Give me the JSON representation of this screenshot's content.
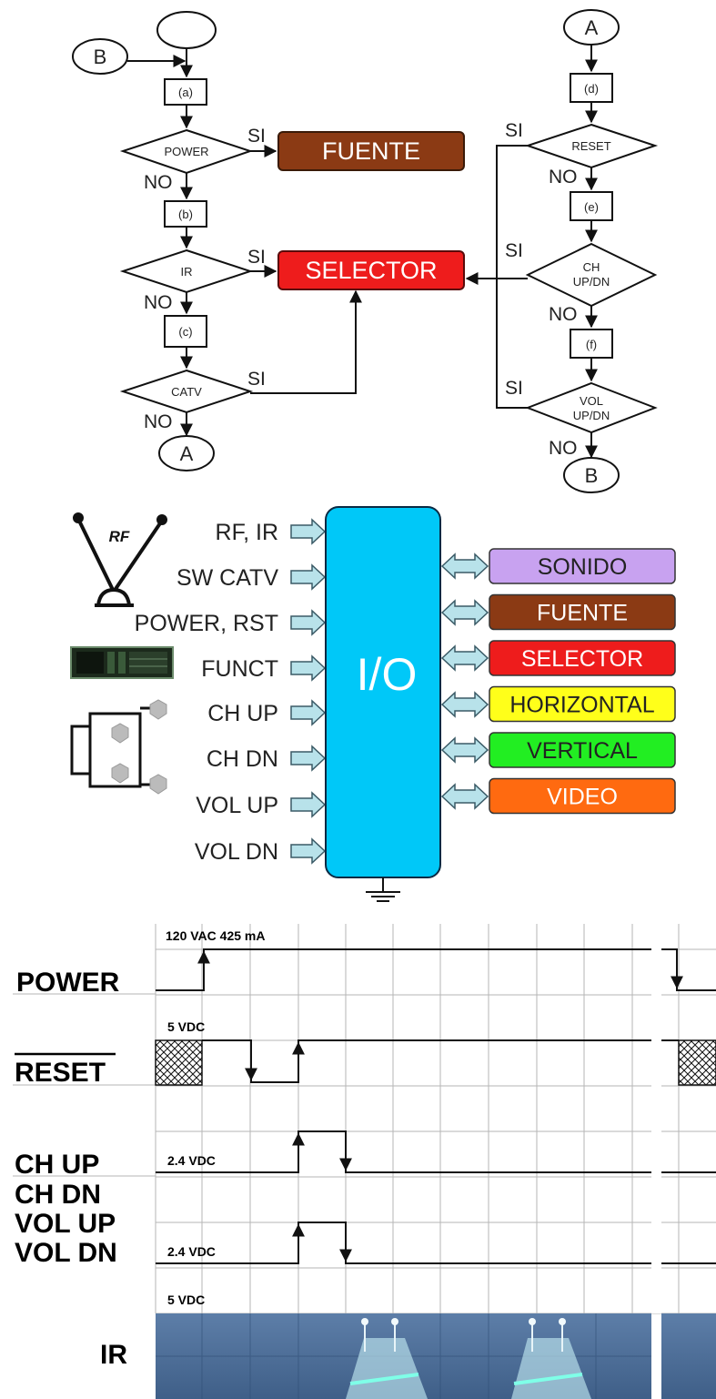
{
  "flowchart": {
    "connectors": {
      "b_entry": "B",
      "a_exit": "A",
      "a_entry": "A",
      "b_exit": "B"
    },
    "processes": {
      "a": "(a)",
      "b": "(b)",
      "c": "(c)",
      "d": "(d)",
      "e": "(e)",
      "f": "(f)"
    },
    "decisions": {
      "power": "POWER",
      "ir": "IR",
      "catv": "CATV",
      "reset": "RESET",
      "ch_line1": "CH",
      "ch_line2": "UP/DN",
      "vol_line1": "VOL",
      "vol_line2": "UP/DN"
    },
    "yes": "SI",
    "no": "NO",
    "boxes": {
      "fuente": "FUENTE",
      "selector": "SELECTOR"
    }
  },
  "io_diagram": {
    "center_label": "I/O",
    "antenna_label": "RF",
    "inputs": [
      "RF, IR",
      "SW CATV",
      "POWER, RST",
      "FUNCT",
      "CH UP",
      "CH DN",
      "VOL UP",
      "VOL DN"
    ],
    "outputs": [
      {
        "label": "SONIDO",
        "color": "#c8a2f0"
      },
      {
        "label": "FUENTE",
        "color": "#8b3a14"
      },
      {
        "label": "SELECTOR",
        "color": "#ee1c1c"
      },
      {
        "label": "HORIZONTAL",
        "color": "#ffff1a"
      },
      {
        "label": "VERTICAL",
        "color": "#22ee22"
      },
      {
        "label": "VIDEO",
        "color": "#ff6a10"
      }
    ],
    "io_color": "#00c8f8"
  },
  "timing": {
    "signals": {
      "power": "POWER",
      "reset": "RESET",
      "ch_up": "CH UP",
      "ch_dn": "CH DN",
      "vol_up": "VOL UP",
      "vol_dn": "VOL DN",
      "ir": "IR"
    },
    "levels": {
      "power": "120 VAC 425 mA",
      "reset": "5 VDC",
      "ch": "2.4 VDC",
      "vol": "2.4 VDC",
      "ir": "5 VDC"
    }
  }
}
